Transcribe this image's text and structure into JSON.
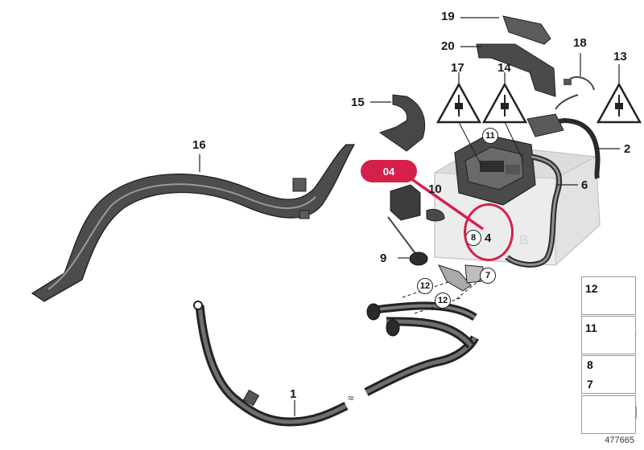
{
  "diagram": {
    "callouts": {
      "c1": "1",
      "c2": "2",
      "c4": "4",
      "c6": "6",
      "c9": "9",
      "c10": "10",
      "c13": "13",
      "c14": "14",
      "c15": "15",
      "c16": "16",
      "c17": "17",
      "c18": "18",
      "c19": "19",
      "c20": "20"
    },
    "circled": {
      "c11": "11",
      "c8": "8",
      "c7": "7",
      "c12a": "12",
      "c12b": "12"
    },
    "highlight_tag": "04",
    "legend": {
      "n12": "12",
      "n11": "11",
      "n8": "8",
      "n7": "7"
    },
    "document_number": "477665",
    "colors": {
      "highlight": "#d4204a",
      "line": "#222222",
      "part_dark": "#3a3a3a",
      "battery": "#e6e6e6"
    }
  }
}
